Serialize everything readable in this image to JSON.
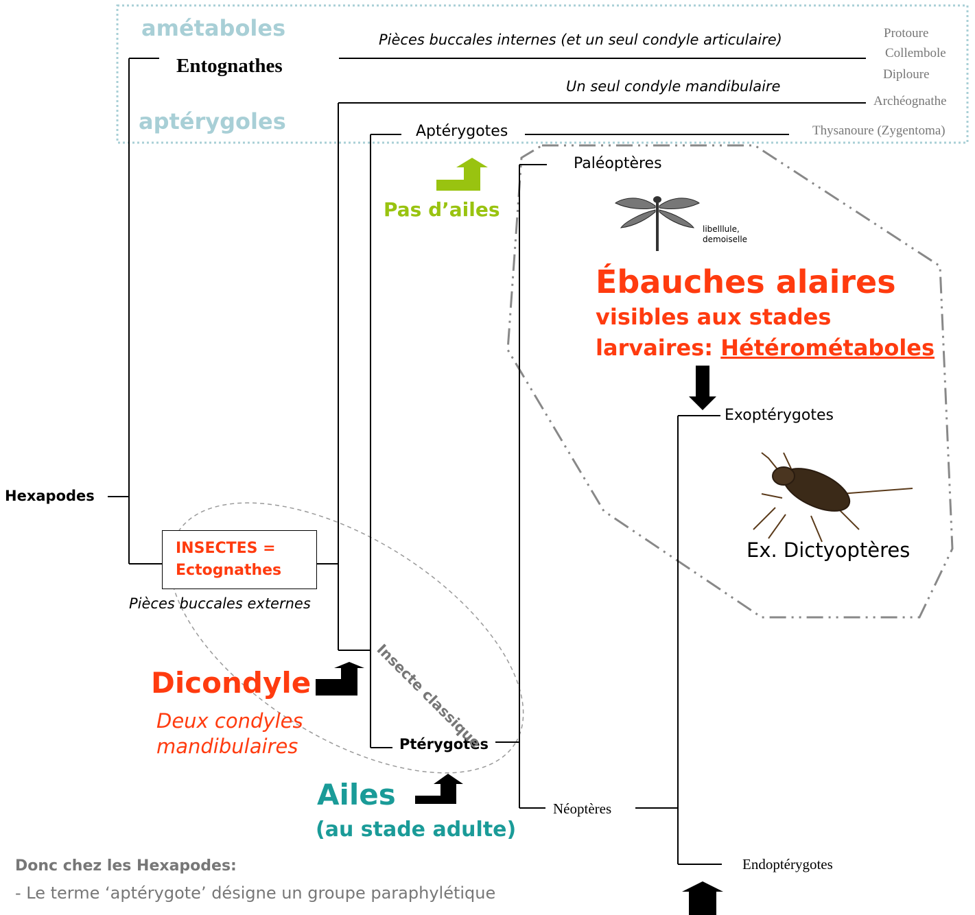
{
  "colors": {
    "line": "#000000",
    "dashed_box": "#a8cfd6",
    "highlight": "#ff3b0f",
    "wing_green": "#99c310",
    "wing_teal": "#1a9b98",
    "grey": "#777777"
  },
  "zone_labels": {
    "ametaboles": "amétaboles",
    "apterygoles": "aptérygoles"
  },
  "clades": {
    "hexapodes": "Hexapodes",
    "entognathes": "Entognathes",
    "insectes_1": "INSECTES =",
    "insectes_2": "Ectognathes",
    "apterygotes": "Aptérygotes",
    "pterygotes": "Ptérygotes",
    "paleopteres": "Paléoptères",
    "neopteres": "Néoptères",
    "exopterygotes": "Exoptérygotes",
    "endopterygotes": "Endoptérygotes"
  },
  "taxa": [
    "Protoure",
    "Collembole",
    "Diploure",
    "Archéognathe",
    "Thysanoure (Zygentoma)"
  ],
  "characters": {
    "internal_mouthparts": "Pièces buccales internes (et un seul condyle  articulaire)",
    "one_condyle": "Un seul condyle mandibulaire",
    "external_mouthparts": "Pièces buccales externes",
    "no_wings": "Pas d’ailes",
    "dicondyle": "Dicondyle",
    "two_condyles_1": "Deux condyles",
    "two_condyles_2": "mandibulaires",
    "wings": "Ailes",
    "adult_stage": "(au stade adulte)",
    "wing_buds": "Ébauches alaires",
    "visible_larval_1": "visibles aux stades",
    "visible_larval_2": "larvaires: ",
    "heterometaboles": "Hétérométaboles",
    "classic_insect": "Insecte classique"
  },
  "image_captions": {
    "dragonfly_1": "libelllule,",
    "dragonfly_2": "demoiselle",
    "cockroach": "Ex. Dictyoptères"
  },
  "footer": {
    "conclusion": "Donc chez les Hexapodes:",
    "line1": "- Le terme ‘aptérygote’ désigne un groupe paraphylétique"
  }
}
